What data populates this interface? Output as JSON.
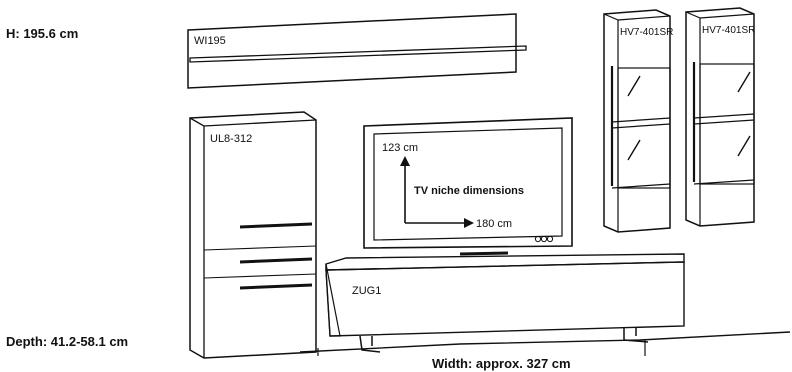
{
  "dimensions": {
    "height": "H: 195.6 cm",
    "depth": "Depth: 41.2-58.1 cm",
    "width": "Width: approx. 327 cm"
  },
  "modules": {
    "shelf": "WI195",
    "tall_cabinet": "UL8-312",
    "vitrine_left": "HV7-401SR",
    "vitrine_right": "HV7-401SR",
    "lowboard": "ZUG1"
  },
  "tv": {
    "niche_label": "TV niche dimensions",
    "height_value": "123 cm",
    "width_value": "180 cm"
  },
  "colors": {
    "line": "#111111",
    "lowboard_front": "#c9c9c9",
    "glass": "#d6d6d6",
    "background": "#ffffff"
  }
}
